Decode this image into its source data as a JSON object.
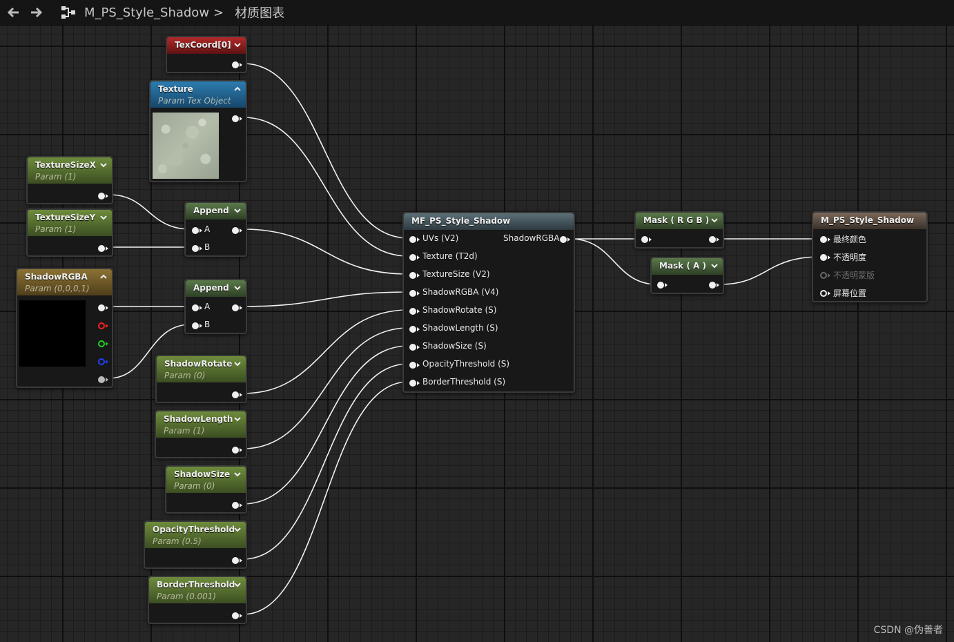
{
  "breadcrumb": {
    "asset": "M_PS_Style_Shadow",
    "sep": ">",
    "graph": "材质图表"
  },
  "nodes": {
    "texcoord": {
      "title": "TexCoord[0]"
    },
    "texture": {
      "title": "Texture",
      "sub": "Param Tex Object"
    },
    "texsizex": {
      "title": "TextureSizeX",
      "sub": "Param (1)"
    },
    "texsizey": {
      "title": "TextureSizeY",
      "sub": "Param (1)"
    },
    "shadowrgba": {
      "title": "ShadowRGBA",
      "sub": "Param (0,0,0,1)"
    },
    "append1": {
      "title": "Append",
      "pin_a": "A",
      "pin_b": "B"
    },
    "append2": {
      "title": "Append",
      "pin_a": "A",
      "pin_b": "B"
    },
    "shadowrotate": {
      "title": "ShadowRotate",
      "sub": "Param (0)"
    },
    "shadowlength": {
      "title": "ShadowLength",
      "sub": "Param (1)"
    },
    "shadowsize": {
      "title": "ShadowSize",
      "sub": "Param (0)"
    },
    "opacitythreshold": {
      "title": "OpacityThreshold",
      "sub": "Param (0.5)"
    },
    "borderthreshold": {
      "title": "BorderThreshold",
      "sub": "Param (0.001)"
    },
    "mf": {
      "title": "MF_PS_Style_Shadow",
      "inputs": [
        "UVs (V2)",
        "Texture (T2d)",
        "TextureSize (V2)",
        "ShadowRGBA (V4)",
        "ShadowRotate (S)",
        "ShadowLength (S)",
        "ShadowSize (S)",
        "OpacityThreshold (S)",
        "BorderThreshold (S)"
      ],
      "output": "ShadowRGBA"
    },
    "maskrgb": {
      "title": "Mask ( R G B )"
    },
    "maska": {
      "title": "Mask ( A )"
    },
    "result": {
      "title": "M_PS_Style_Shadow",
      "inputs": [
        "最终颜色",
        "不透明度",
        "不透明蒙版",
        "屏幕位置"
      ]
    }
  },
  "colors": {
    "wire": "#f2f2f2",
    "param": "#6e8c3c",
    "texcoord": "#b22a2a",
    "texture": "#2c7cb0",
    "vector": "#8c7234"
  },
  "watermark": "CSDN @伪善者"
}
